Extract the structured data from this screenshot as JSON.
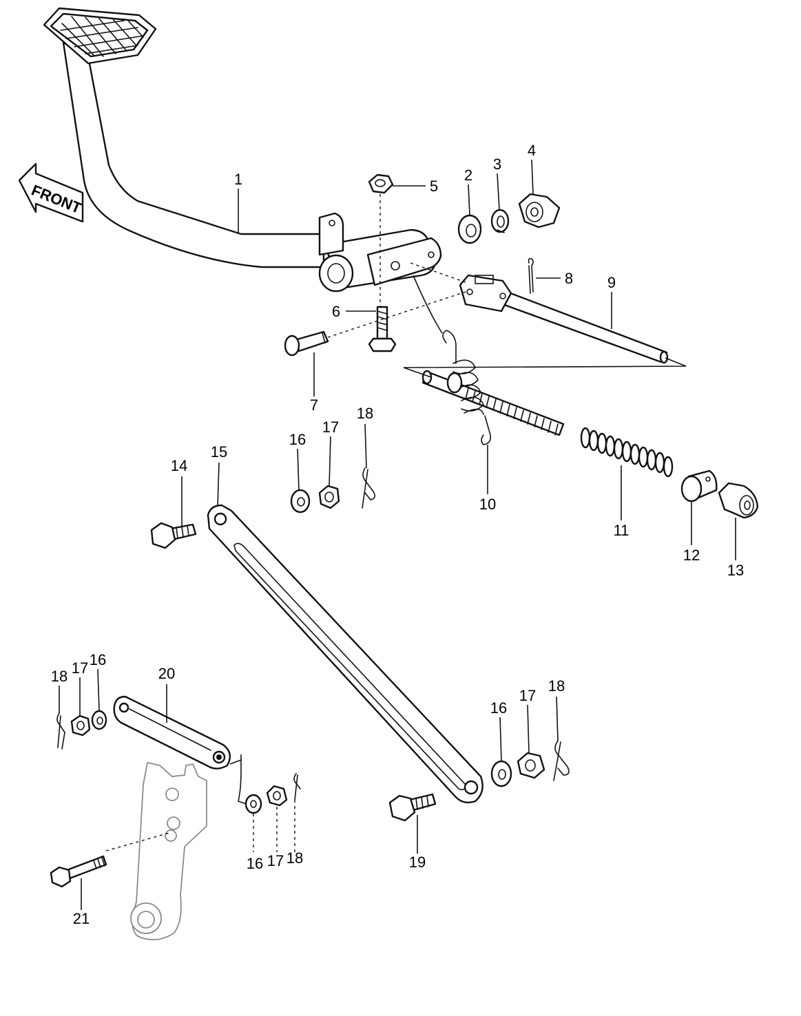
{
  "front_arrow": {
    "label": "FRONT"
  },
  "callouts": [
    "1",
    "2",
    "3",
    "4",
    "5",
    "6",
    "7",
    "8",
    "9",
    "10",
    "11",
    "12",
    "13",
    "14",
    "15",
    "16",
    "17",
    "18",
    "18",
    "17",
    "16",
    "20",
    "16",
    "17",
    "18",
    "16",
    "17",
    "18",
    "19",
    "21"
  ],
  "colors": {
    "line": "#111111",
    "background": "#ffffff",
    "frame_outline": "#8a8a8a"
  }
}
